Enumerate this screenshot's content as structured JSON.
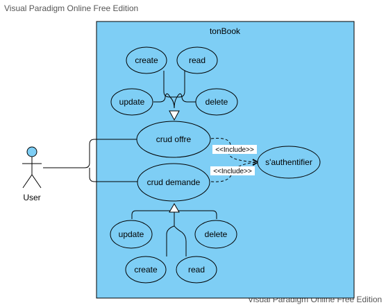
{
  "watermark_top": "Visual Paradigm Online Free Edition",
  "watermark_bottom": "Visual Paradigm Online Free Edition",
  "system": {
    "title": "tonBook",
    "color": "#7ecef5"
  },
  "actor": {
    "label": "User",
    "head_color": "#7ecef5"
  },
  "use_cases": {
    "crud_offre": "crud offre",
    "crud_demande": "crud demande",
    "authenticate": "s'authentifier",
    "offre_create": "create",
    "offre_read": "read",
    "offre_update": "update",
    "offre_delete": "delete",
    "demande_update": "update",
    "demande_delete": "delete",
    "demande_create": "create",
    "demande_read": "read"
  },
  "relations": {
    "include_1": "<<Include>>",
    "include_2": "<<Include>>"
  }
}
